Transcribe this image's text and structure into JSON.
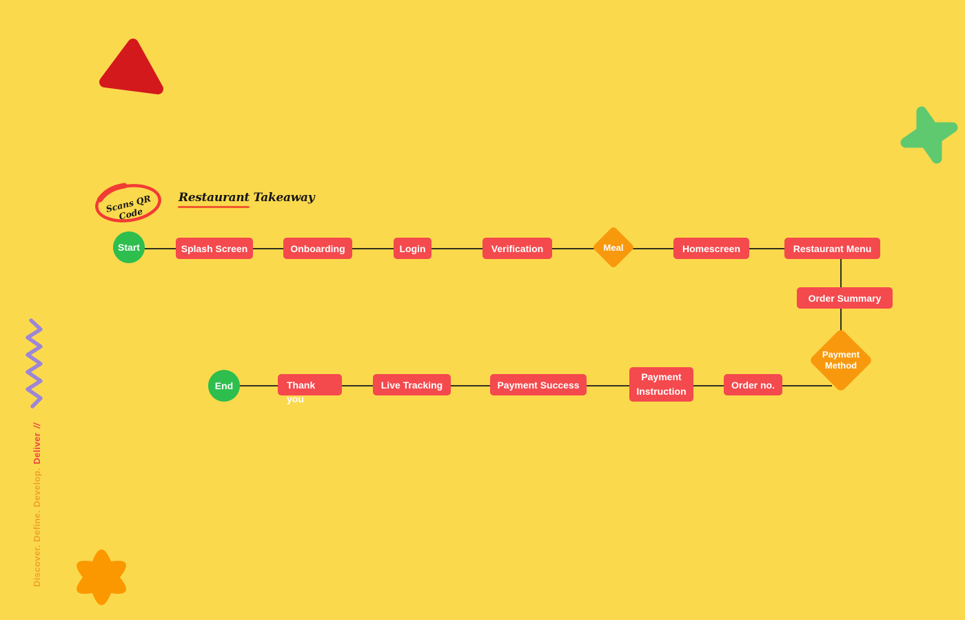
{
  "header": {
    "annotation": "Scans QR Code",
    "title": "Restaurant Takeaway"
  },
  "flow": {
    "start": "Start",
    "splash_screen": "Splash Screen",
    "onboarding": "Onboarding",
    "login": "Login",
    "verification": "Verification",
    "meal": "Meal",
    "homescreen": "Homescreen",
    "restaurant_menu": "Restaurant Menu",
    "order_summary": "Order Summary",
    "payment_method": "Payment Method",
    "order_no": "Order no.",
    "payment_instruction": "Payment Instruction",
    "payment_success": "Payment Success",
    "live_tracking": "Live Tracking",
    "thank_you": "Thank you",
    "end": "End"
  },
  "tagline": {
    "process": "Discover. Define. Develop.",
    "highlight": "Deliver",
    "suffix": "//"
  },
  "colors": {
    "background": "#FBD94D",
    "node_red": "#F4494D",
    "decision_orange": "#F8990D",
    "terminal_green": "#2DBE4E",
    "connector": "#30301F",
    "triangle_red": "#D4191D",
    "star_green": "#5EC96E",
    "zigzag_purple": "#9C86D8",
    "blob_orange": "#FB9800",
    "annotation_ring_red": "#F23B33",
    "underline_orange_red": "#F1562D"
  }
}
